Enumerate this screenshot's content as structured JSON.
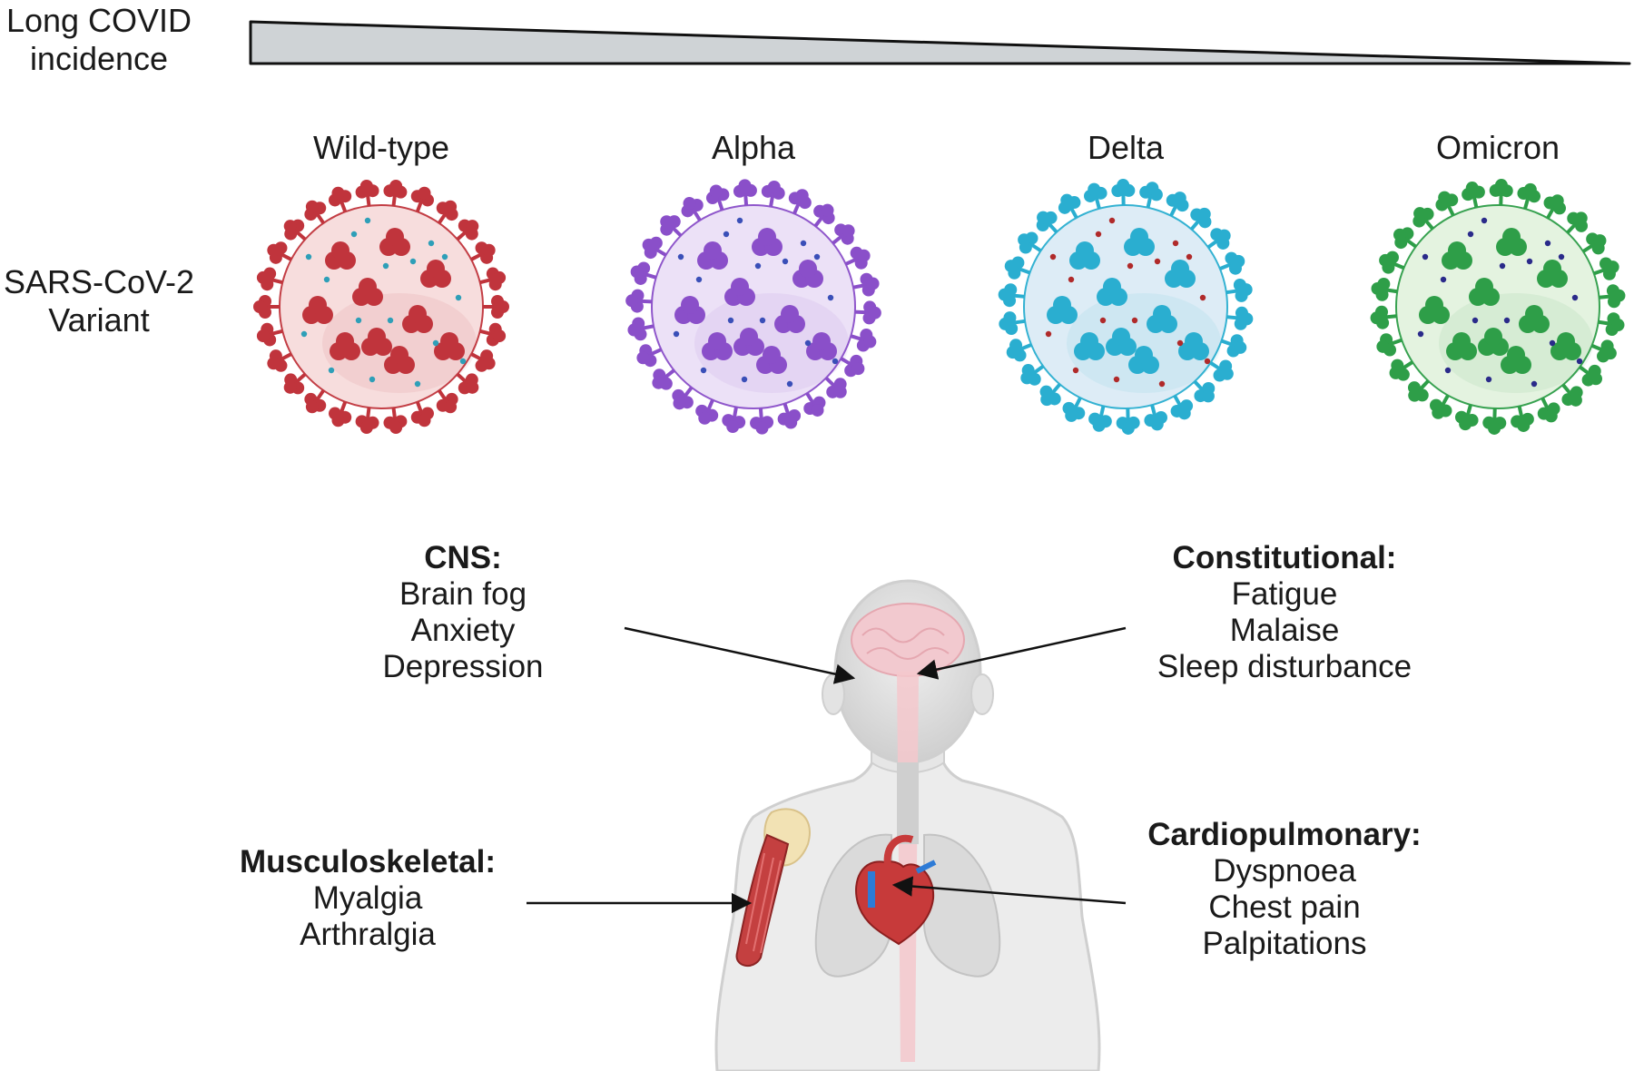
{
  "labels": {
    "incidence": [
      "Long COVID",
      "incidence"
    ],
    "variant_row": [
      "SARS-CoV-2",
      "Variant"
    ]
  },
  "variants": [
    {
      "name": "Wild-type",
      "color": "#c0343c",
      "light": "#f7dcdc",
      "dot": "#2e9fb8"
    },
    {
      "name": "Alpha",
      "color": "#8a4fc9",
      "light": "#ece0f7",
      "dot": "#3a4fb8"
    },
    {
      "name": "Delta",
      "color": "#2aaed0",
      "light": "#dcecf6",
      "dot": "#b02a2a"
    },
    {
      "name": "Omicron",
      "color": "#2e9e48",
      "light": "#e3f3df",
      "dot": "#2a2a8a"
    }
  ],
  "symptoms": {
    "cns": {
      "title": "CNS:",
      "items": [
        "Brain fog",
        "Anxiety",
        "Depression"
      ]
    },
    "constitutional": {
      "title": "Constitutional:",
      "items": [
        "Fatigue",
        "Malaise",
        "Sleep disturbance"
      ]
    },
    "musculoskeletal": {
      "title": "Musculoskeletal:",
      "items": [
        "Myalgia",
        "Arthralgia"
      ]
    },
    "cardiopulmonary": {
      "title": "Cardiopulmonary:",
      "items": [
        "Dyspnoea",
        "Chest pain",
        "Palpitations"
      ]
    }
  }
}
